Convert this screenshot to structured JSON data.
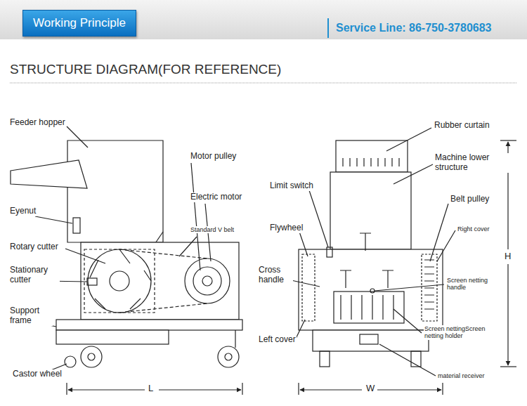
{
  "diagram": {
    "title": "STRUCTURE DIAGRAM(FOR REFERENCE)",
    "nodes": [
      {
        "text": [
          "Working Principle"
        ]
      }
    ],
    "labels": [
      "Service Line: 86-750-3780683",
      "Feeder hopper",
      "Motor pulley",
      "Electric motor",
      "Standard V belt",
      "Eyenut",
      "Rotary cutter",
      "Stationary cutter",
      "Support frame",
      "Castor wheel",
      "L",
      "Rubber curtain",
      "Machine lower structure",
      "Limit switch",
      "Belt pulley",
      "Right cover",
      "Flywheel",
      "Cross handle",
      "Screen netting handle",
      "Left cover",
      "Screen nettingScreen netting holder",
      "material receiver",
      "W",
      "H"
    ]
  }
}
